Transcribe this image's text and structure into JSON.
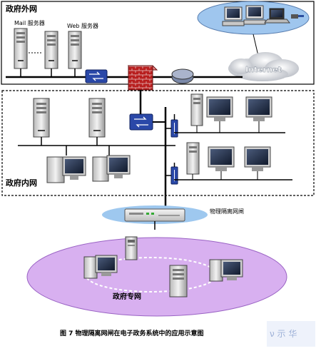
{
  "zones": {
    "external": "政府外网",
    "internal": "政府内网",
    "private": "政府专网"
  },
  "labels": {
    "mail_server": "Mail 服务器",
    "web_server": "Web 服务器",
    "internet": "Internet",
    "gateway": "物理隔离网闸"
  },
  "caption": "图 7   物理隔离网闸在电子政务系统中的应用示意图",
  "watermark": "ν 示 华"
}
